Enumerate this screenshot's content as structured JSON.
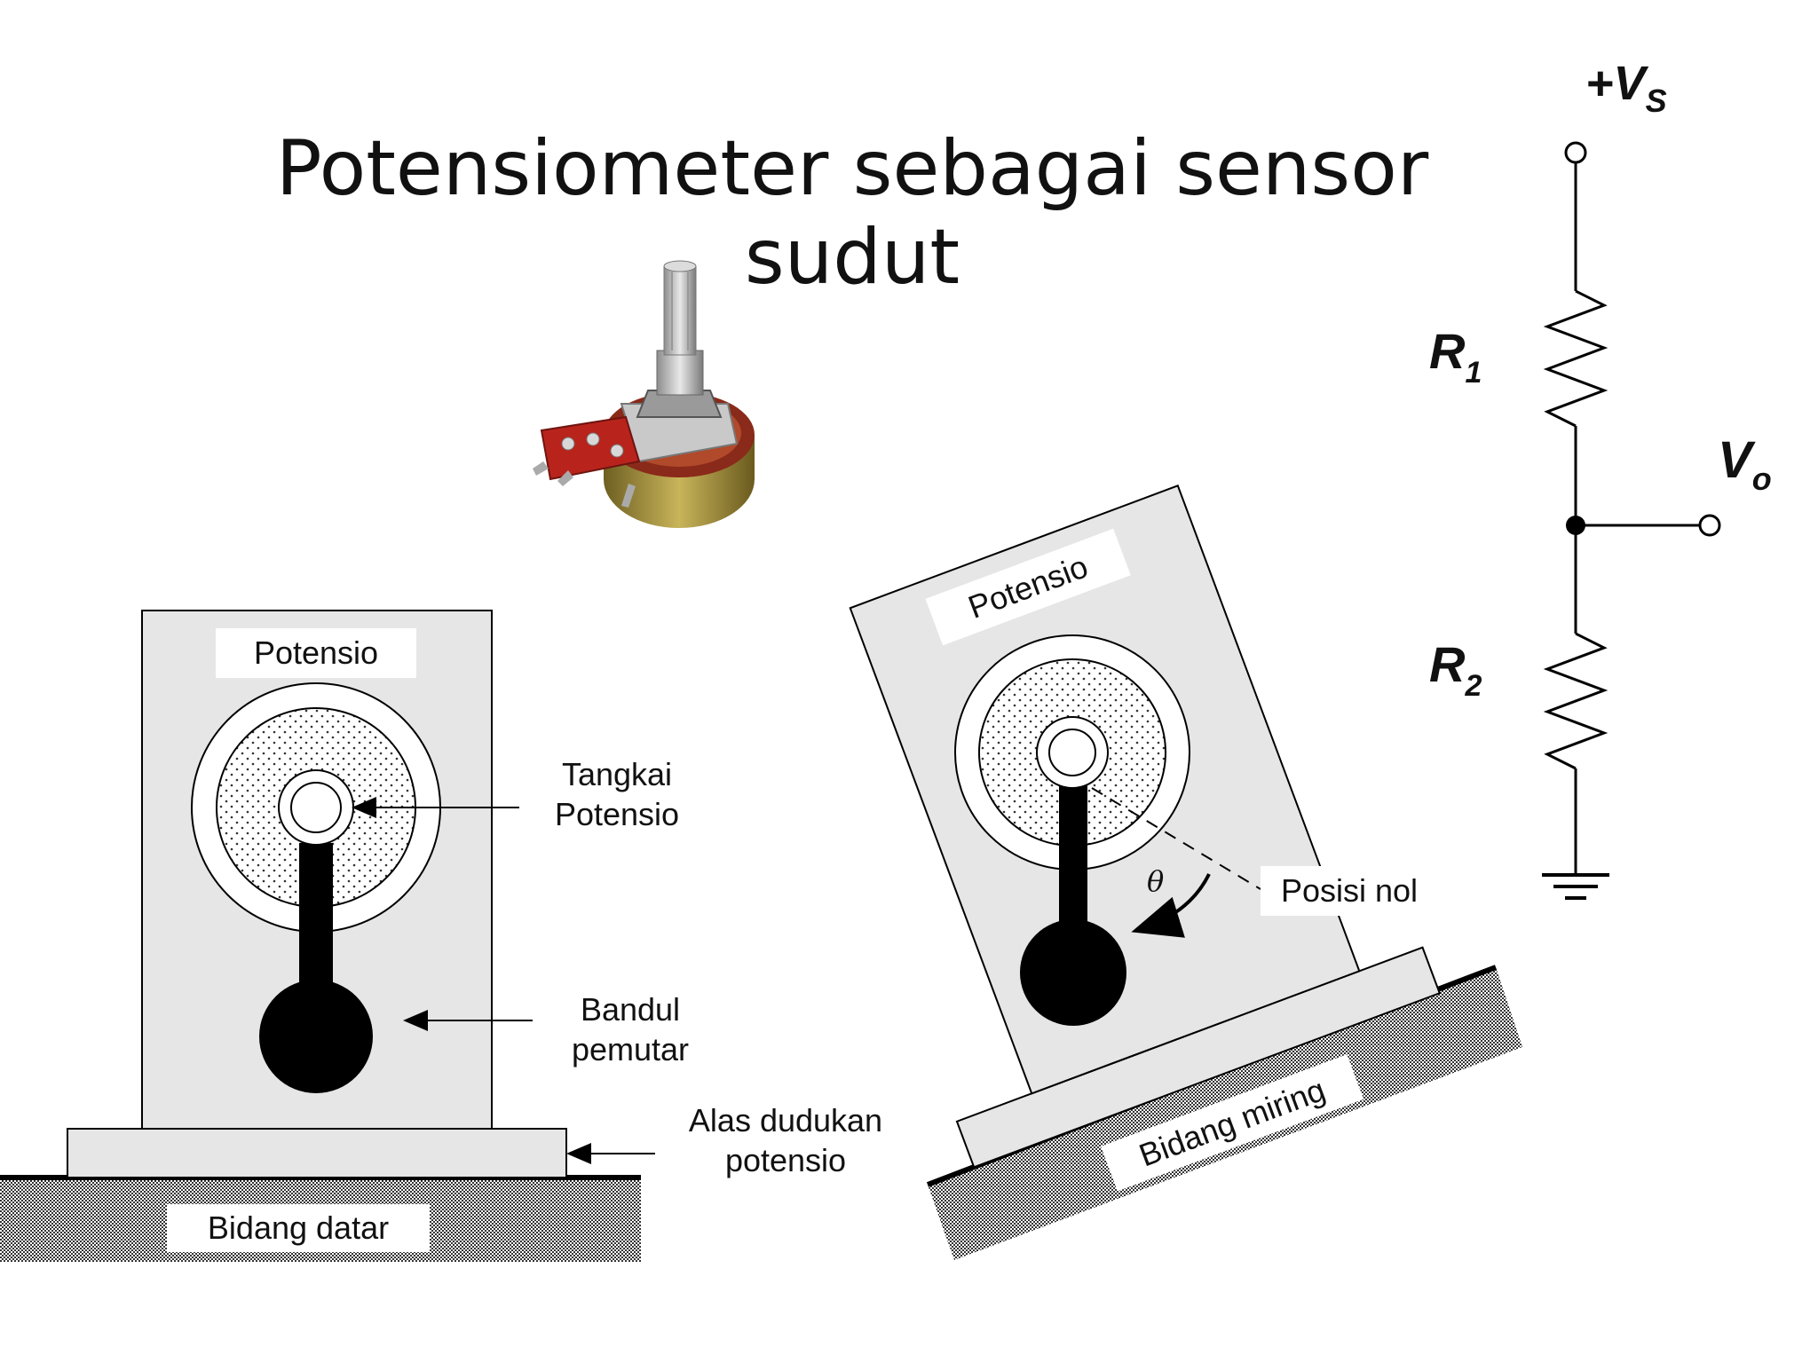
{
  "title": "Potensiometer sebagai sensor sudut",
  "flat_setup": {
    "panel_label": "Potensio",
    "shaft_label_line1": "Tangkai",
    "shaft_label_line2": "Potensio",
    "pendulum_label_line1": "Bandul",
    "pendulum_label_line2": "pemutar",
    "base_label_line1": "Alas dudukan",
    "base_label_line2": "potensio",
    "surface_label": "Bidang datar"
  },
  "tilted_setup": {
    "panel_label": "Potensio",
    "angle_symbol": "θ",
    "zero_label": "Posisi nol",
    "surface_label": "Bidang miring"
  },
  "circuit": {
    "supply_prefix": "+V",
    "supply_sub": "S",
    "r1": "R",
    "r1_sub": "1",
    "r2": "R",
    "r2_sub": "2",
    "vout": "V",
    "vout_sub": "o"
  },
  "colors": {
    "panel_fill": "#e6e6e6",
    "ink": "#000000",
    "pot_body": "#9a8a3a",
    "pot_board": "#b8241c"
  },
  "icons": [
    "potentiometer-photo",
    "resistor-icon",
    "ground-icon"
  ]
}
